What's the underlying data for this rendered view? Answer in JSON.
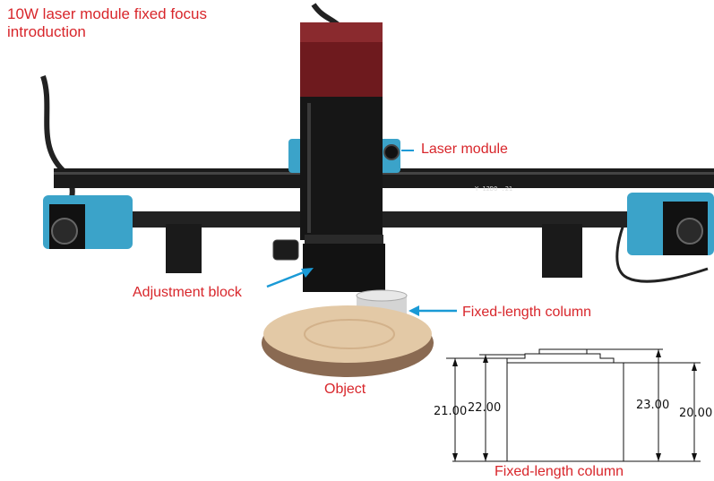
{
  "title": "10W laser module fixed focus introduction",
  "labels": {
    "laser_module": "Laser module",
    "adjustment_block": "Adjustment block",
    "fixed_length_column": "Fixed-length column",
    "object": "Object"
  },
  "rail_text": "Y 12DO .21",
  "diagram": {
    "dimensions": [
      "21.00",
      "22.00",
      "23.00",
      "20.00"
    ],
    "caption": "Fixed-length column"
  },
  "colors": {
    "label_red": "#d8262b",
    "arrow_blue": "#1a9ad6",
    "frame_teal": "#3ba3c9"
  }
}
